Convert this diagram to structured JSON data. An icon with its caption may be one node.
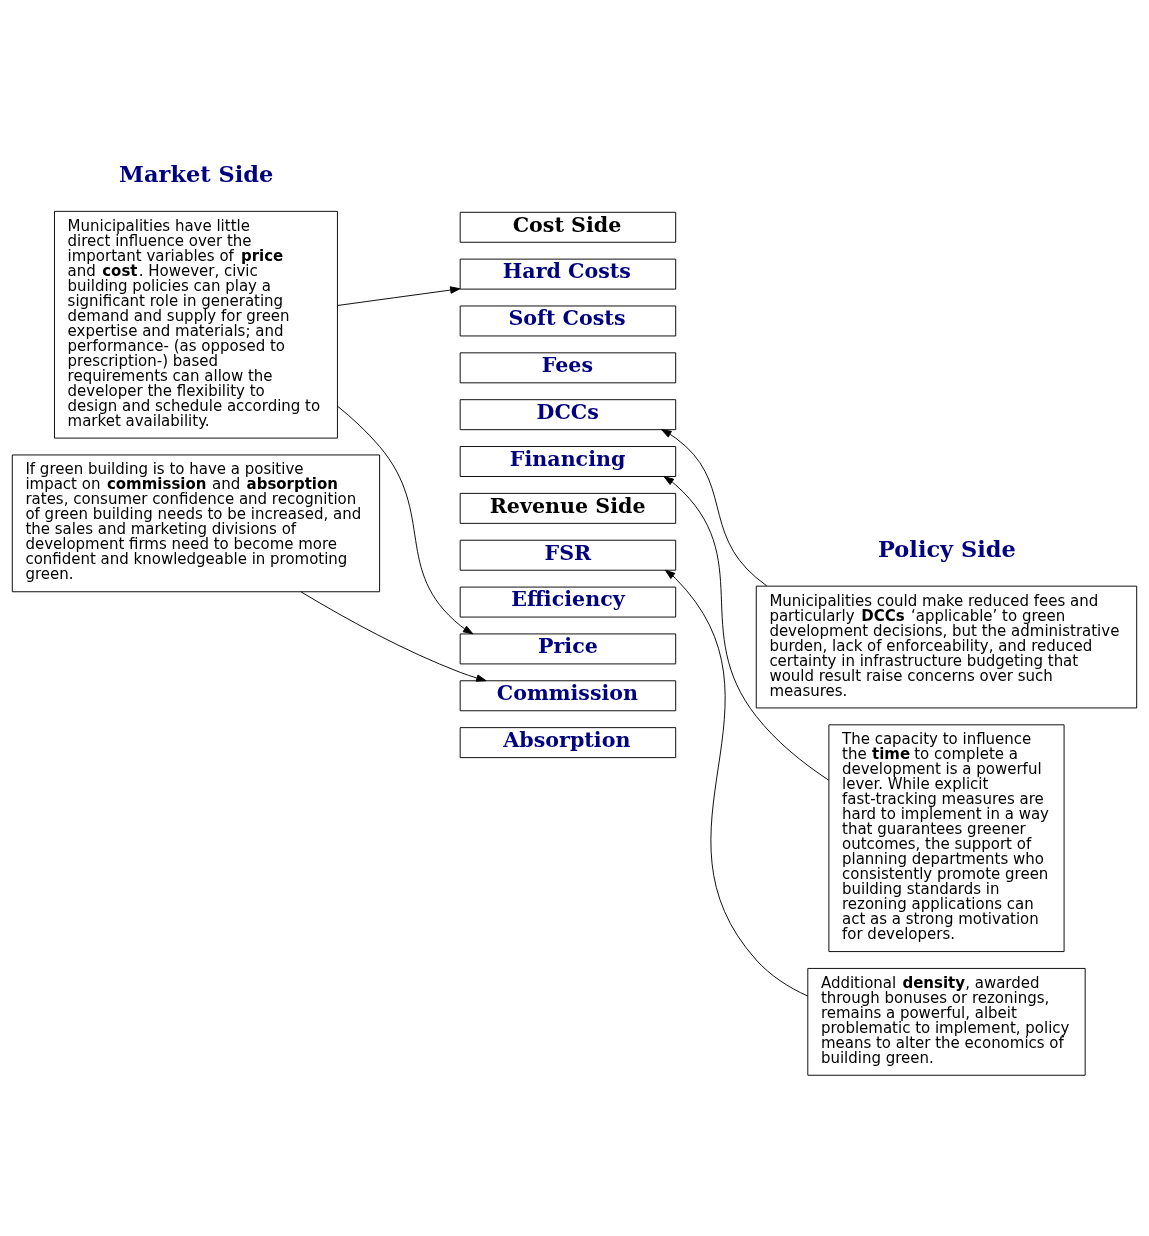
{
  "diagram": {
    "nodes": [
      {
        "text": [
          "Municipalities could make reduced fees and particularly **DCCs** ‘applicable’ to green development decisions, but the administrative burden, lack of enforceability, and reduced certainty in infrastructure budgeting that would result raise concerns over such measures."
        ]
      },
      {
        "text": [
          "Municipalities have little direct influence over the important variables of **price** and **cost**. However, civic building policies can play a significant role in generating demand and supply for green expertise and materials; and performance- (as opposed to prescription-) based requirements can allow the developer the flexibility to design and schedule according to market availability."
        ]
      },
      {
        "text": [
          "Cost Side"
        ]
      },
      {
        "text": [
          "Hard Costs"
        ]
      },
      {
        "text": [
          "Soft Costs"
        ]
      },
      {
        "text": [
          "Fees"
        ]
      },
      {
        "text": [
          "DCCs"
        ]
      },
      {
        "text": [
          "Financing"
        ]
      },
      {
        "text": [
          "Revenue Side"
        ]
      },
      {
        "text": [
          "FSR"
        ]
      },
      {
        "text": [
          "Efficiency"
        ]
      },
      {
        "text": [
          "Price"
        ]
      },
      {
        "text": [
          "Commission"
        ]
      },
      {
        "text": [
          "Absorption"
        ]
      },
      {
        "text": [
          "The capacity to influence the **time** to complete a development is a powerful lever. While explicit fast-tracking measures are hard to implement in a way that guarantees greener outcomes, the support of planning departments who consistently promote green building standards in rezoning applications can act as a strong motivation for developers."
        ]
      },
      {
        "text": [
          "If green building is to have a positive impact on **commission** and **absorption** rates, consumer confidence and recognition of green building needs to be increased, and the sales and marketing divisions of development firms need to become more confident and knowledgeable in promoting green."
        ]
      },
      {
        "text": [
          "Additional **density**, awarded through bonuses or rezonings, remains a powerful, albeit problematic to implement, policy means to alter the economics of building green."
        ]
      }
    ],
    "edges": [
      {
        "from": 1,
        "to": 3,
        "arrow": "to"
      },
      {
        "from": 1,
        "to": 11,
        "arrow": "to"
      },
      {
        "from": 0,
        "to": 6,
        "arrow": "to"
      },
      {
        "from": 14,
        "to": 7,
        "arrow": "to"
      },
      {
        "from": 15,
        "to": 12,
        "arrow": "to"
      },
      {
        "from": 16,
        "to": 9,
        "arrow": "to"
      }
    ],
    "labels": [
      "Market Side",
      "Policy Side"
    ]
  }
}
